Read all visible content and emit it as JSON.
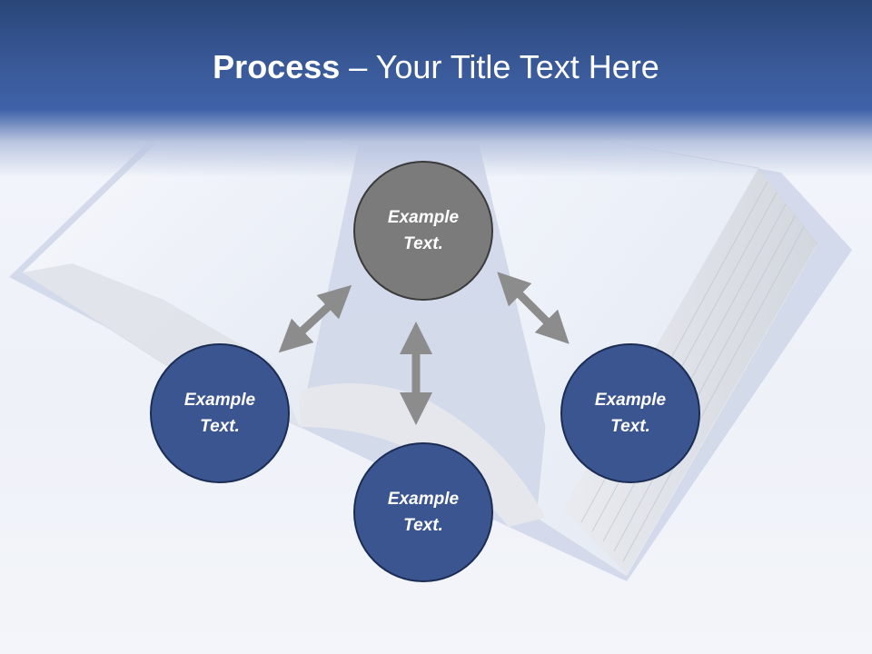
{
  "slide": {
    "title_bold": "Process",
    "title_rest": " – Your Title Text Here"
  },
  "nodes": {
    "top": {
      "text": "Example\nText.",
      "color": "#7b7b7b"
    },
    "left": {
      "text": "Example\nText.",
      "color": "#3b5591"
    },
    "right": {
      "text": "Example\nText.",
      "color": "#3b5591"
    },
    "bottom": {
      "text": "Example\nText.",
      "color": "#3b5591"
    }
  },
  "colors": {
    "header": "#3a5a9a",
    "arrow": "#8c8c8c",
    "node_border": "#1c2d55"
  }
}
